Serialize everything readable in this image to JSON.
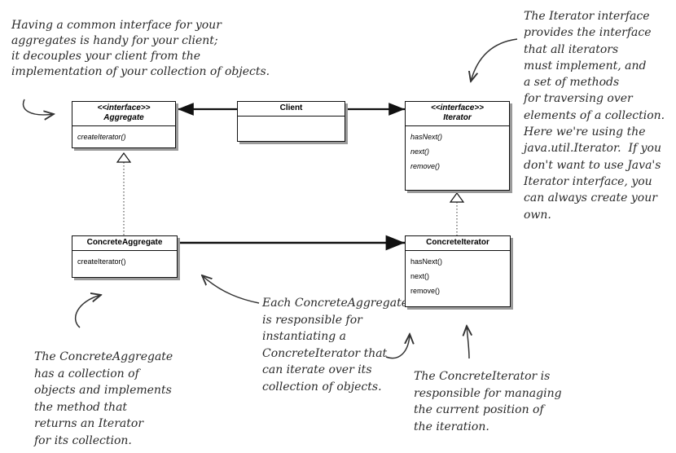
{
  "notes": {
    "top_left": "Having a common interface for your\naggregates is handy for your client;\nit decouples your client from the\nimplementation of your collection of objects.",
    "top_right": "The Iterator interface\nprovides the interface\nthat all iterators\nmust implement, and\na set of methods\nfor traversing over\nelements of a collection.\nHere we're using the\njava.util.Iterator.  If you\ndon't want to use Java's\nIterator interface, you\ncan always create your\nown.",
    "middle": "Each ConcreteAggregate\nis responsible for\ninstantiating a\nConcreteIterator that\ncan iterate over its\ncollection of objects.",
    "bottom_left": "The ConcreteAggregate\nhas a collection of\nobjects and implements\nthe method that\nreturns an Iterator\nfor its collection.",
    "bottom_right": "The ConcreteIterator is\nresponsible for managing\nthe current position of\nthe iteration."
  },
  "classes": {
    "aggregate": {
      "stereotype": "<<interface>>",
      "name": "Aggregate",
      "ops": [
        "createIterator()"
      ]
    },
    "client": {
      "name": "Client"
    },
    "iterator": {
      "stereotype": "<<interface>>",
      "name": "Iterator",
      "ops": [
        "hasNext()",
        "next()",
        "remove()"
      ]
    },
    "concrete_aggregate": {
      "name": "ConcreteAggregate",
      "ops": [
        "createIterator()"
      ]
    },
    "concrete_iterator": {
      "name": "ConcreteIterator",
      "ops": [
        "hasNext()",
        "next()",
        "remove()"
      ]
    }
  }
}
